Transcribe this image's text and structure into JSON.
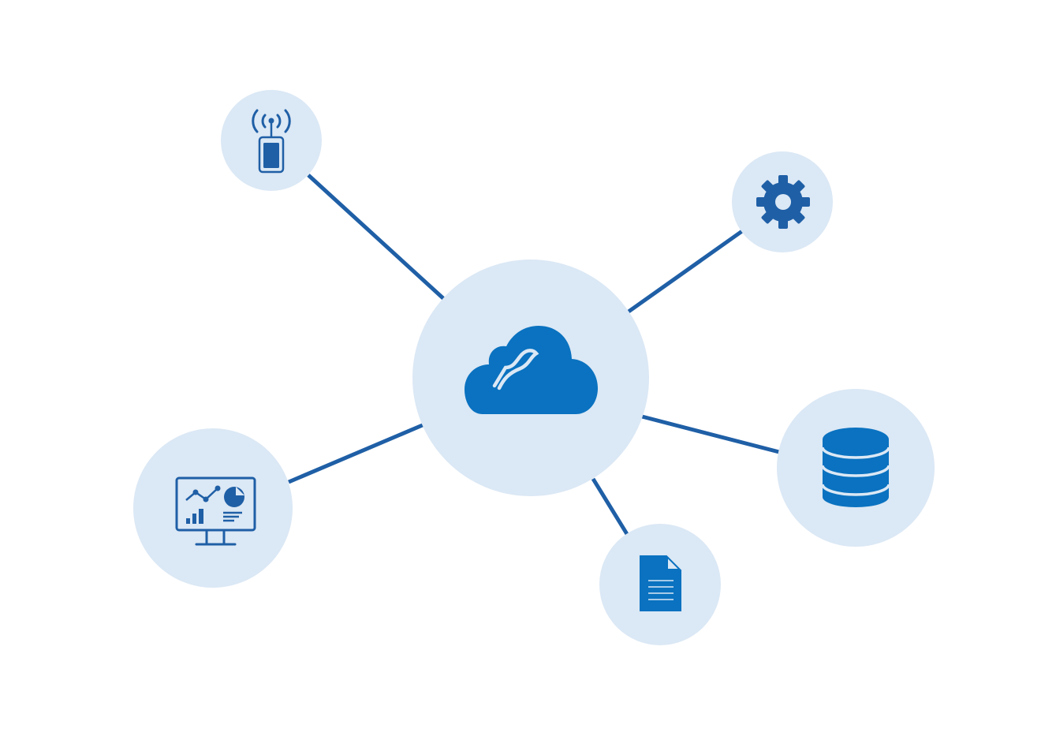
{
  "colors": {
    "background": "#ffffff",
    "circle_fill": "#dbe8f5",
    "line": "#1f5fa6",
    "icon_primary": "#0a72c0",
    "icon_dark": "#1f5fa6"
  },
  "hub": {
    "icon": "cloud-icon"
  },
  "nodes": [
    {
      "id": "iot-sensor",
      "icon": "wireless-sensor-icon"
    },
    {
      "id": "settings",
      "icon": "gear-icon"
    },
    {
      "id": "database",
      "icon": "database-icon"
    },
    {
      "id": "document",
      "icon": "document-icon"
    },
    {
      "id": "dashboard",
      "icon": "monitor-dashboard-icon"
    }
  ]
}
